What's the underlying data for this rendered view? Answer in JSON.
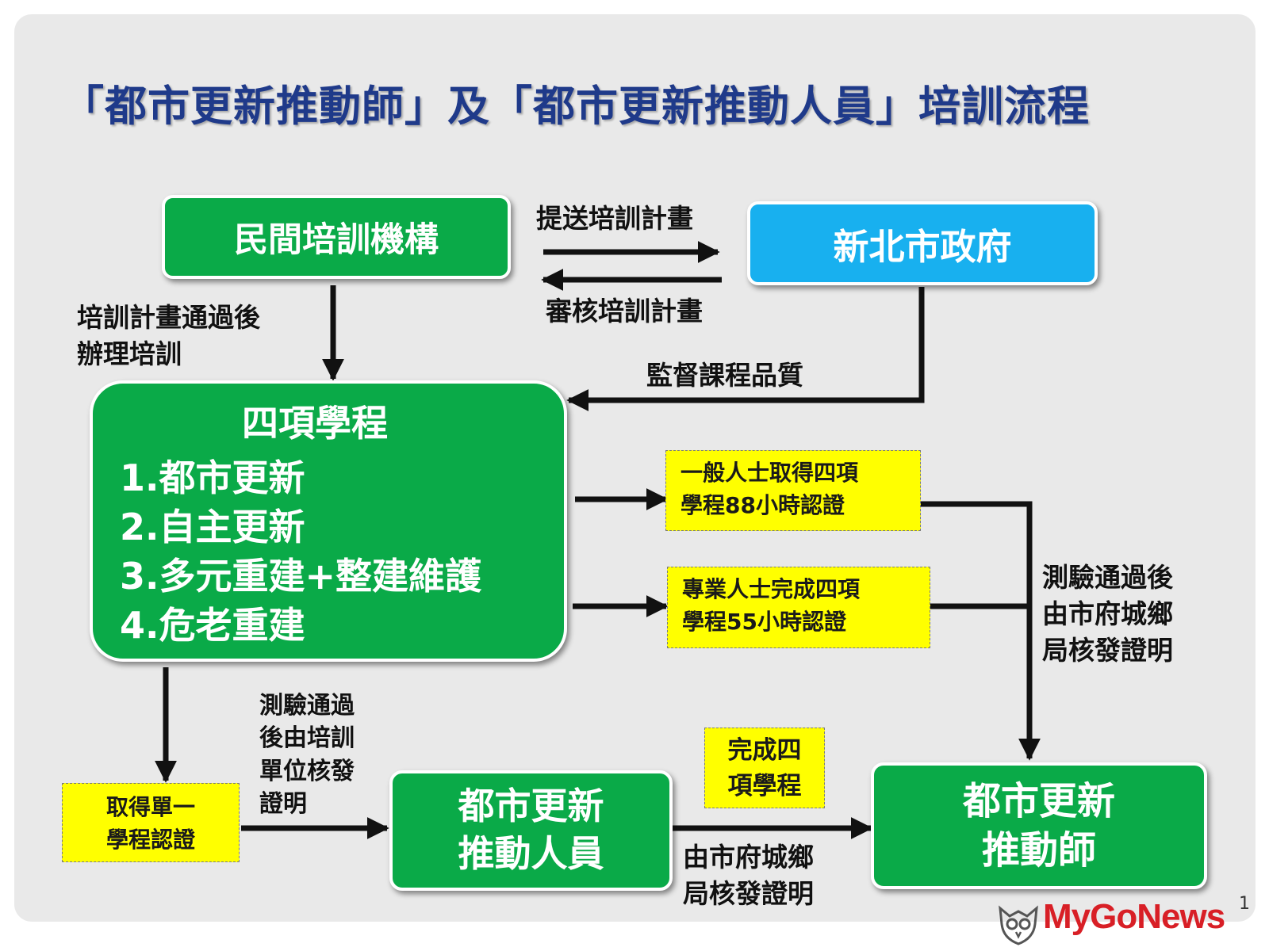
{
  "title": "「都市更新推動師」及「都市更新推動人員」培訓流程",
  "nodes": {
    "private_training": "民間培訓機構",
    "new_taipei_gov": "新北市政府",
    "four_programs": {
      "heading": "四項學程",
      "items": [
        "1.都市更新",
        "2.自主更新",
        "3.多元重建+整建維護",
        "4.危老重建"
      ]
    },
    "general_cert": "一般人士取得四項\n學程88小時認證",
    "professional_cert": "專業人士完成四項\n學程55小時認證",
    "single_cert": "取得單一\n學程認證",
    "urban_renewal_staff": "都市更新\n推動人員",
    "complete_four": "完成四\n項學程",
    "urban_renewal_promoter": "都市更新\n推動師"
  },
  "edge_labels": {
    "submit_plan": "提送培訓計畫",
    "review_plan": "審核培訓計畫",
    "after_plan_approved": "培訓計畫通過後\n辦理培訓",
    "supervise_quality": "監督課程品質",
    "test_passed_city": "測驗通過後\n由市府城鄉\n局核發證明",
    "test_passed_unit": "測驗通過\n後由培訓\n單位核發\n證明",
    "issued_by_city": "由市府城鄉\n局核發證明"
  },
  "colors": {
    "title": "#1f3a8a",
    "green": "#0aaa48",
    "blue": "#18b0ef",
    "yellow": "#ffff00",
    "background": "#e9e9e9",
    "logo": "#d81f26"
  },
  "footer": {
    "page_number": "1",
    "logo_text": "MyGoNews",
    "logo_icon": "owl-logo-icon"
  }
}
